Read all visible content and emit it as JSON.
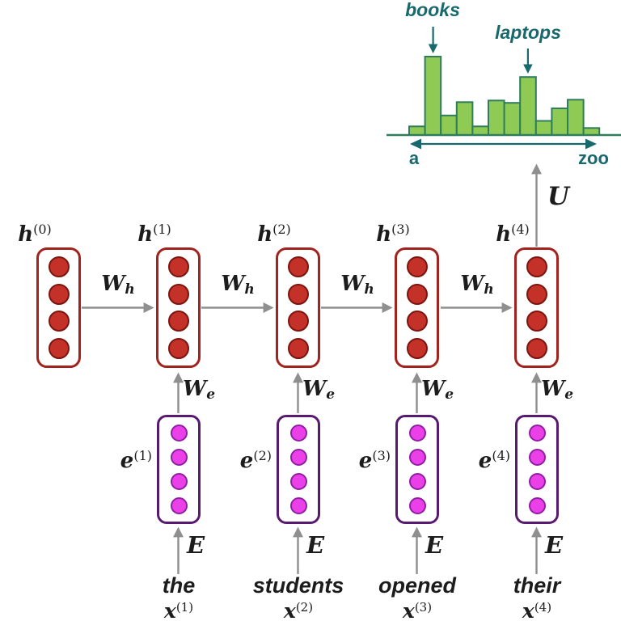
{
  "colors": {
    "hidden_border": "#A2231D",
    "hidden_dot_fill": "#C43128",
    "hidden_dot_stroke": "#7D150F",
    "embed_border": "#581A6E",
    "embed_dot_fill": "#EB40E8",
    "embed_dot_stroke": "#8E1FA3",
    "arrow_gray": "#8F8F8F",
    "teal": "#17696E",
    "bar_fill": "#8FCA55",
    "bar_stroke": "#2E7D5B",
    "label_black": "#1C1C1C"
  },
  "chart_data": {
    "type": "bar",
    "title": "",
    "values": [
      0.11,
      1.0,
      0.25,
      0.42,
      0.11,
      0.44,
      0.41,
      0.74,
      0.18,
      0.34,
      0.45,
      0.09
    ],
    "annotations": [
      {
        "label": "books",
        "bar_index": 1
      },
      {
        "label": "laptops",
        "bar_index": 7
      }
    ],
    "x_axis": {
      "left_label": "a",
      "right_label": "zoo"
    },
    "legend": false,
    "grid": false
  },
  "network": {
    "units_per_vector": 4,
    "output_transition": "U",
    "hidden_states": [
      {
        "base": "h",
        "sup": "(0)"
      },
      {
        "base": "h",
        "sup": "(1)"
      },
      {
        "base": "h",
        "sup": "(2)"
      },
      {
        "base": "h",
        "sup": "(3)"
      },
      {
        "base": "h",
        "sup": "(4)"
      }
    ],
    "hidden_transitions": [
      {
        "base": "W",
        "sub": "h"
      },
      {
        "base": "W",
        "sub": "h"
      },
      {
        "base": "W",
        "sub": "h"
      },
      {
        "base": "W",
        "sub": "h"
      }
    ],
    "embeddings": [
      {
        "base": "e",
        "sup": "(1)"
      },
      {
        "base": "e",
        "sup": "(2)"
      },
      {
        "base": "e",
        "sup": "(3)"
      },
      {
        "base": "e",
        "sup": "(4)"
      }
    ],
    "embedding_transitions": [
      {
        "base": "W",
        "sub": "e"
      },
      {
        "base": "W",
        "sub": "e"
      },
      {
        "base": "W",
        "sub": "e"
      },
      {
        "base": "W",
        "sub": "e"
      }
    ],
    "embedding_matrix_labels": [
      "E",
      "E",
      "E",
      "E"
    ],
    "inputs": [
      {
        "word": "the",
        "base": "x",
        "sup": "(1)"
      },
      {
        "word": "students",
        "base": "x",
        "sup": "(2)"
      },
      {
        "word": "opened",
        "base": "x",
        "sup": "(3)"
      },
      {
        "word": "their",
        "base": "x",
        "sup": "(4)"
      }
    ]
  }
}
